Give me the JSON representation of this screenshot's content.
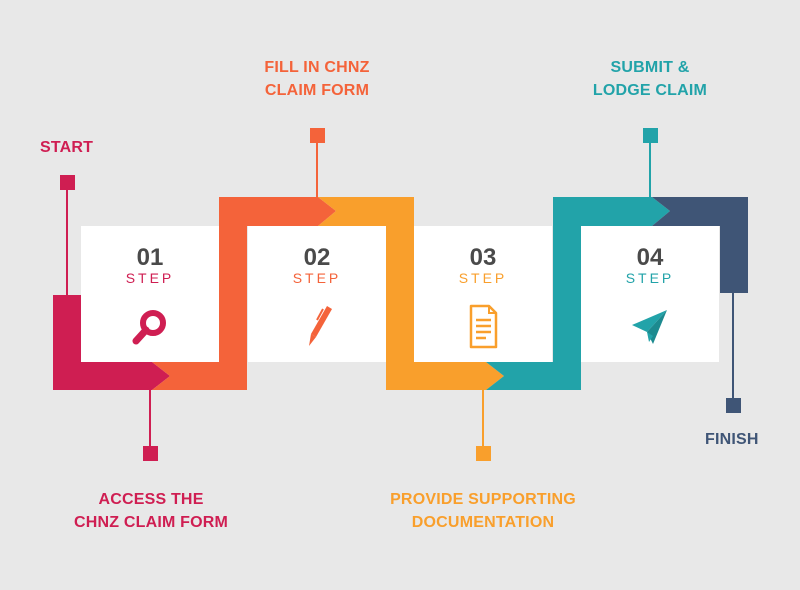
{
  "colors": {
    "background": "#e8e8e8",
    "crimson": "#cf1e52",
    "coral": "#f4633a",
    "orange": "#f99f2c",
    "teal": "#22a3a9",
    "navy": "#3f5576",
    "card": "#ffffff"
  },
  "start_label": "START",
  "finish_label": "FINISH",
  "steps": [
    {
      "number": "01",
      "word": "STEP",
      "label_line1": "ACCESS THE",
      "label_line2": "CHNZ CLAIM FORM",
      "icon": "magnifier-icon",
      "color": "#cf1e52"
    },
    {
      "number": "02",
      "word": "STEP",
      "label_line1": "FILL IN CHNZ",
      "label_line2": "CLAIM FORM",
      "icon": "pen-icon",
      "color": "#f4633a"
    },
    {
      "number": "03",
      "word": "STEP",
      "label_line1": "PROVIDE SUPPORTING",
      "label_line2": "DOCUMENTATION",
      "icon": "document-icon",
      "color": "#f99f2c"
    },
    {
      "number": "04",
      "word": "STEP",
      "label_line1": "SUBMIT &",
      "label_line2": "LODGE CLAIM",
      "icon": "paper-plane-icon",
      "color": "#22a3a9"
    }
  ]
}
